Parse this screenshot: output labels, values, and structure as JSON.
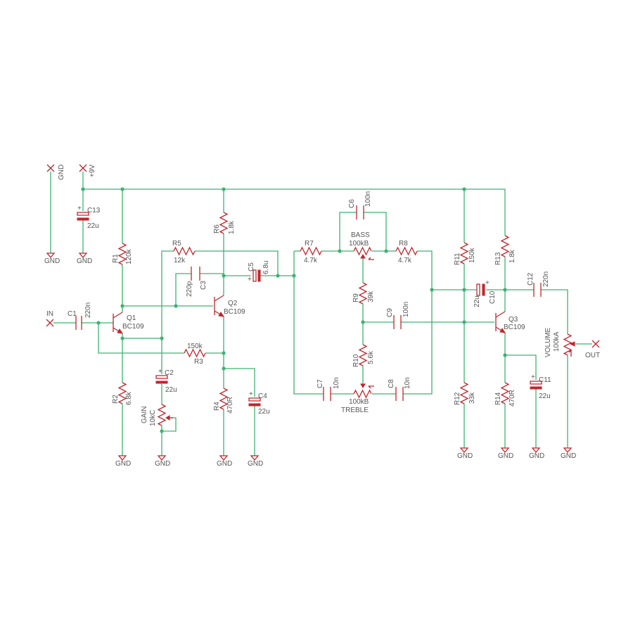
{
  "colors": {
    "wire": "#3cb371",
    "part": "#c0262c",
    "text": "#555555",
    "background": "#ffffff"
  },
  "supply": {
    "gnd_label": "GND",
    "vcc_label": "+9V"
  },
  "ports": {
    "in": "IN",
    "out": "OUT"
  },
  "transistors": [
    {
      "ref": "Q1",
      "value": "BC109"
    },
    {
      "ref": "Q2",
      "value": "BC109"
    },
    {
      "ref": "Q3",
      "value": "BC109"
    }
  ],
  "resistors": [
    {
      "ref": "R1",
      "value": "120k"
    },
    {
      "ref": "R2",
      "value": "6.8k"
    },
    {
      "ref": "R3",
      "value": "150k"
    },
    {
      "ref": "R4",
      "value": "470R"
    },
    {
      "ref": "R5",
      "value": "12k"
    },
    {
      "ref": "R6",
      "value": "1.8k"
    },
    {
      "ref": "R7",
      "value": "4.7k"
    },
    {
      "ref": "R8",
      "value": "4.7k"
    },
    {
      "ref": "R9",
      "value": "39k"
    },
    {
      "ref": "R10",
      "value": "5.6k"
    },
    {
      "ref": "R11",
      "value": "150k"
    },
    {
      "ref": "R12",
      "value": "33k"
    },
    {
      "ref": "R13",
      "value": "1.8k"
    },
    {
      "ref": "R14",
      "value": "470R"
    }
  ],
  "capacitors": [
    {
      "ref": "C1",
      "value": "220n"
    },
    {
      "ref": "C2",
      "value": "22u"
    },
    {
      "ref": "C3",
      "value": "220p"
    },
    {
      "ref": "C4",
      "value": "22u"
    },
    {
      "ref": "C5",
      "value": "6.8u"
    },
    {
      "ref": "C6",
      "value": "100n"
    },
    {
      "ref": "C7",
      "value": "10n"
    },
    {
      "ref": "C8",
      "value": "10n"
    },
    {
      "ref": "C9",
      "value": "100n"
    },
    {
      "ref": "C10",
      "value": "22u"
    },
    {
      "ref": "C11",
      "value": "22u"
    },
    {
      "ref": "C12",
      "value": "220n"
    },
    {
      "ref": "C13",
      "value": "22u"
    }
  ],
  "pots": [
    {
      "name": "GAIN",
      "value": "10kC"
    },
    {
      "name": "BASS",
      "value": "100kB"
    },
    {
      "name": "TREBLE",
      "value": "100kB"
    },
    {
      "name": "VOLUME",
      "value": "100kA"
    }
  ]
}
